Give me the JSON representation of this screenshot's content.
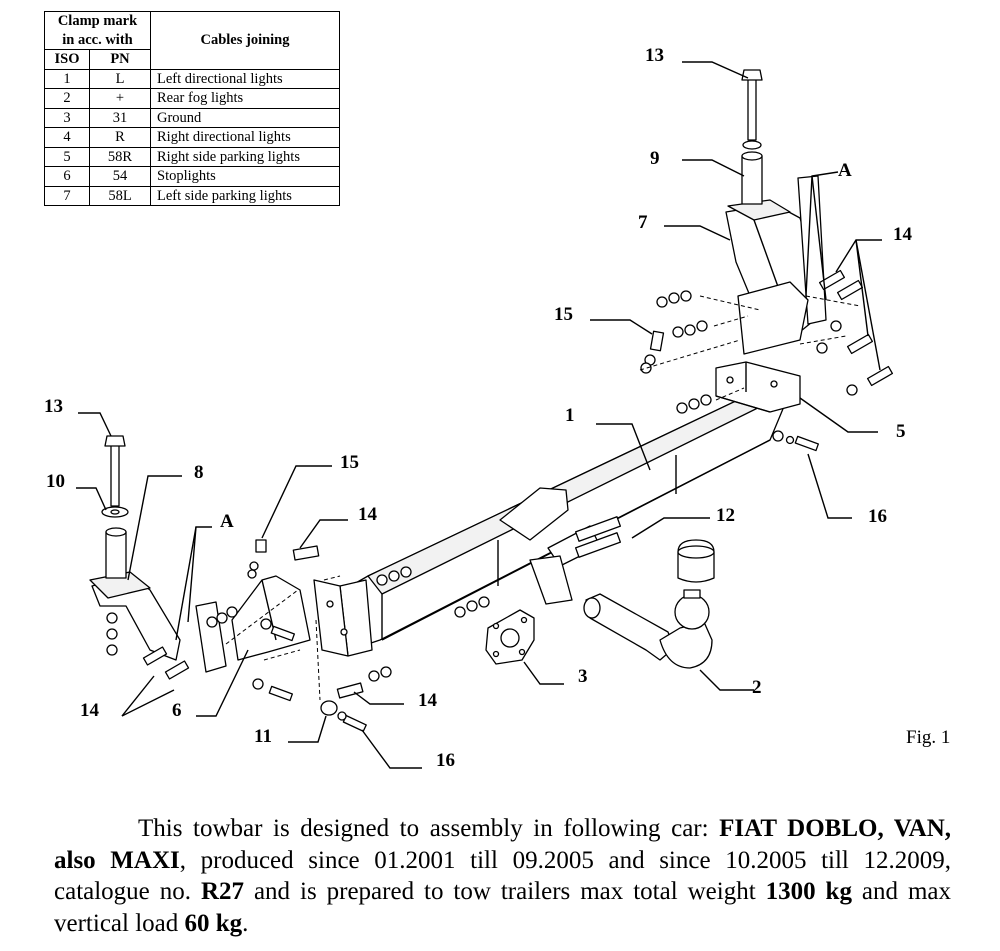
{
  "table": {
    "header": {
      "clamp_mark_line1": "Clamp mark",
      "clamp_mark_line2": "in acc. with",
      "cables_joining": "Cables joining",
      "iso": "ISO",
      "pn": "PN"
    },
    "rows": [
      {
        "iso": "1",
        "pn": "L",
        "desc": "Left directional lights"
      },
      {
        "iso": "2",
        "pn": "+",
        "desc": "Rear fog lights"
      },
      {
        "iso": "3",
        "pn": "31",
        "desc": "Ground"
      },
      {
        "iso": "4",
        "pn": "R",
        "desc": "Right directional lights"
      },
      {
        "iso": "5",
        "pn": "58R",
        "desc": "Right side parking lights"
      },
      {
        "iso": "6",
        "pn": "54",
        "desc": "Stoplights"
      },
      {
        "iso": "7",
        "pn": "58L",
        "desc": "Left side parking lights"
      }
    ]
  },
  "callouts": {
    "c13_top": "13",
    "c9": "9",
    "c7": "7",
    "cA_right": "A",
    "c14_right": "14",
    "c15_right": "15",
    "c1": "1",
    "c5": "5",
    "c16_right": "16",
    "c12": "12",
    "c2": "2",
    "c3": "3",
    "c13_left": "13",
    "c10": "10",
    "c8": "8",
    "cA_left": "A",
    "c15_left": "15",
    "c14_mid": "14",
    "c14_left": "14",
    "c6": "6",
    "c14_bottom": "14",
    "c11": "11",
    "c16_bottom": "16"
  },
  "figure_label": "Fig. 1",
  "description": {
    "intro": "This towbar is designed to assembly in following car:",
    "car": "FIAT DOBLO, VAN, also MAXI",
    "mid1": ", produced since 01.2001 till 09.2005 and since 10.2005 till 12.2009, catalogue no. ",
    "catalogue": "R27",
    "mid2": " and is prepared to tow trailers max total weight ",
    "weight": "1300 kg",
    "mid3": " and max vertical load ",
    "load": "60 kg",
    "end": "."
  }
}
